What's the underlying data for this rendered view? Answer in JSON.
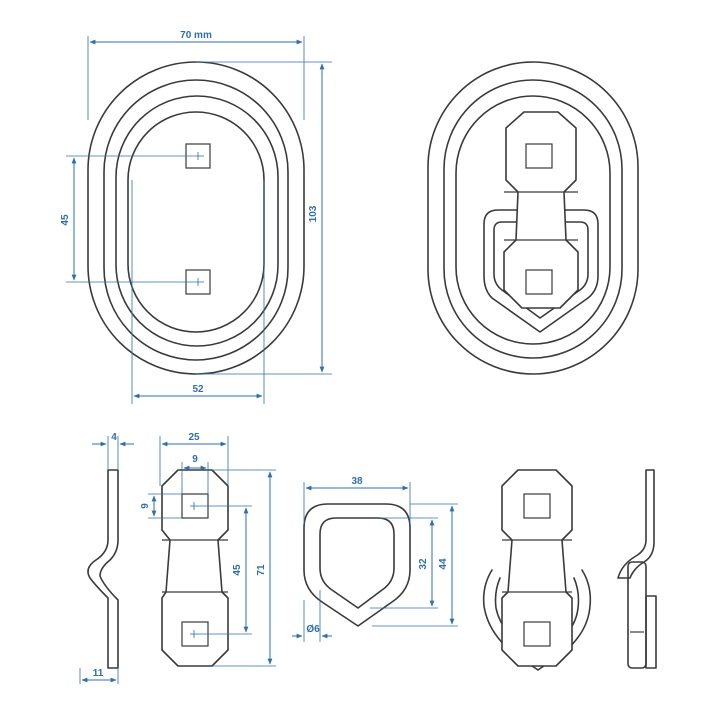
{
  "colors": {
    "line": "#3a3a3a",
    "dimension": "#2f6fb0",
    "background": "#ffffff"
  },
  "dimensions": {
    "plate_width": "70 mm",
    "plate_height": "103",
    "hole_spacing": "45",
    "inner_width": "52",
    "side_offset": "4",
    "bracket_width": "25",
    "hole_width": "9",
    "hole_height": "9",
    "bracket_hole_spacing": "45",
    "bracket_length": "71",
    "bracket_base": "11",
    "ring_width": "38",
    "ring_inner_height": "32",
    "ring_outer_height": "44",
    "ring_diameter": "Ø6"
  }
}
